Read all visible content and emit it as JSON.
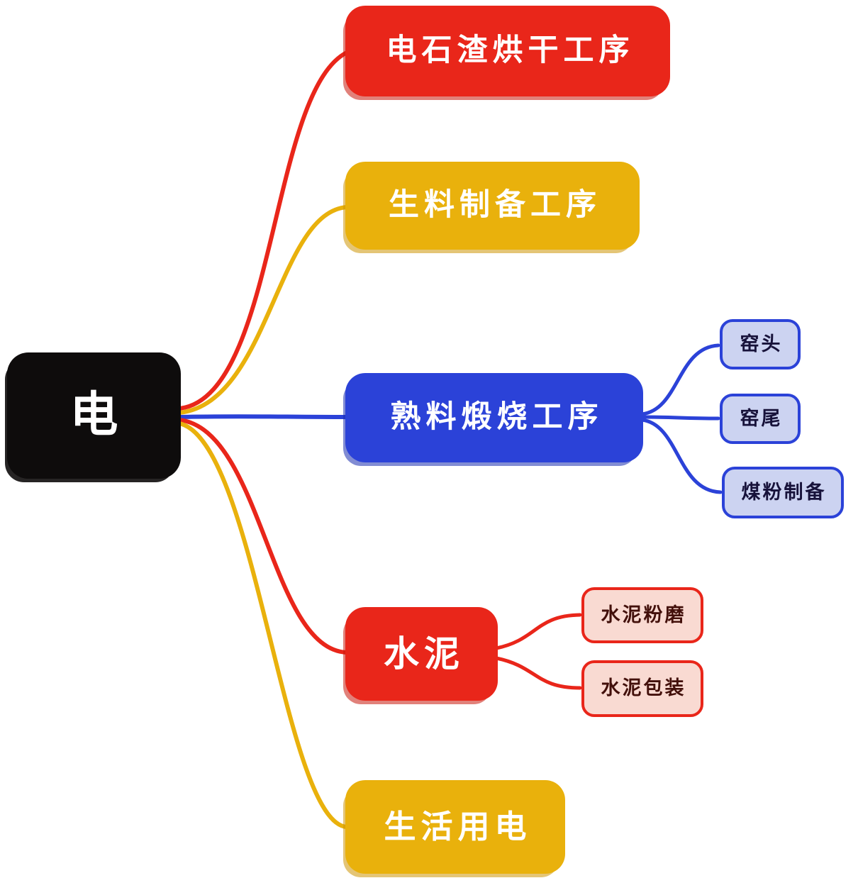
{
  "colors": {
    "red": "#e9261a",
    "yellow": "#e9b10c",
    "blue": "#2b42d8",
    "black": "#0e0c0c",
    "blue_light_fill": "#ccd3f1",
    "pink_light_fill": "#f9dad2"
  },
  "diagram": {
    "root": {
      "label": "电"
    },
    "branches": [
      {
        "label": "电石渣烘干工序",
        "color": "#e9261a"
      },
      {
        "label": "生料制备工序",
        "color": "#e9b10c"
      },
      {
        "label": "熟料煅烧工序",
        "color": "#2b42d8",
        "children": [
          "窑头",
          "窑尾",
          "煤粉制备"
        ]
      },
      {
        "label": "水泥",
        "color": "#e9261a",
        "children": [
          "水泥粉磨",
          "水泥包装"
        ]
      },
      {
        "label": "生活用电",
        "color": "#e9b10c"
      }
    ]
  }
}
